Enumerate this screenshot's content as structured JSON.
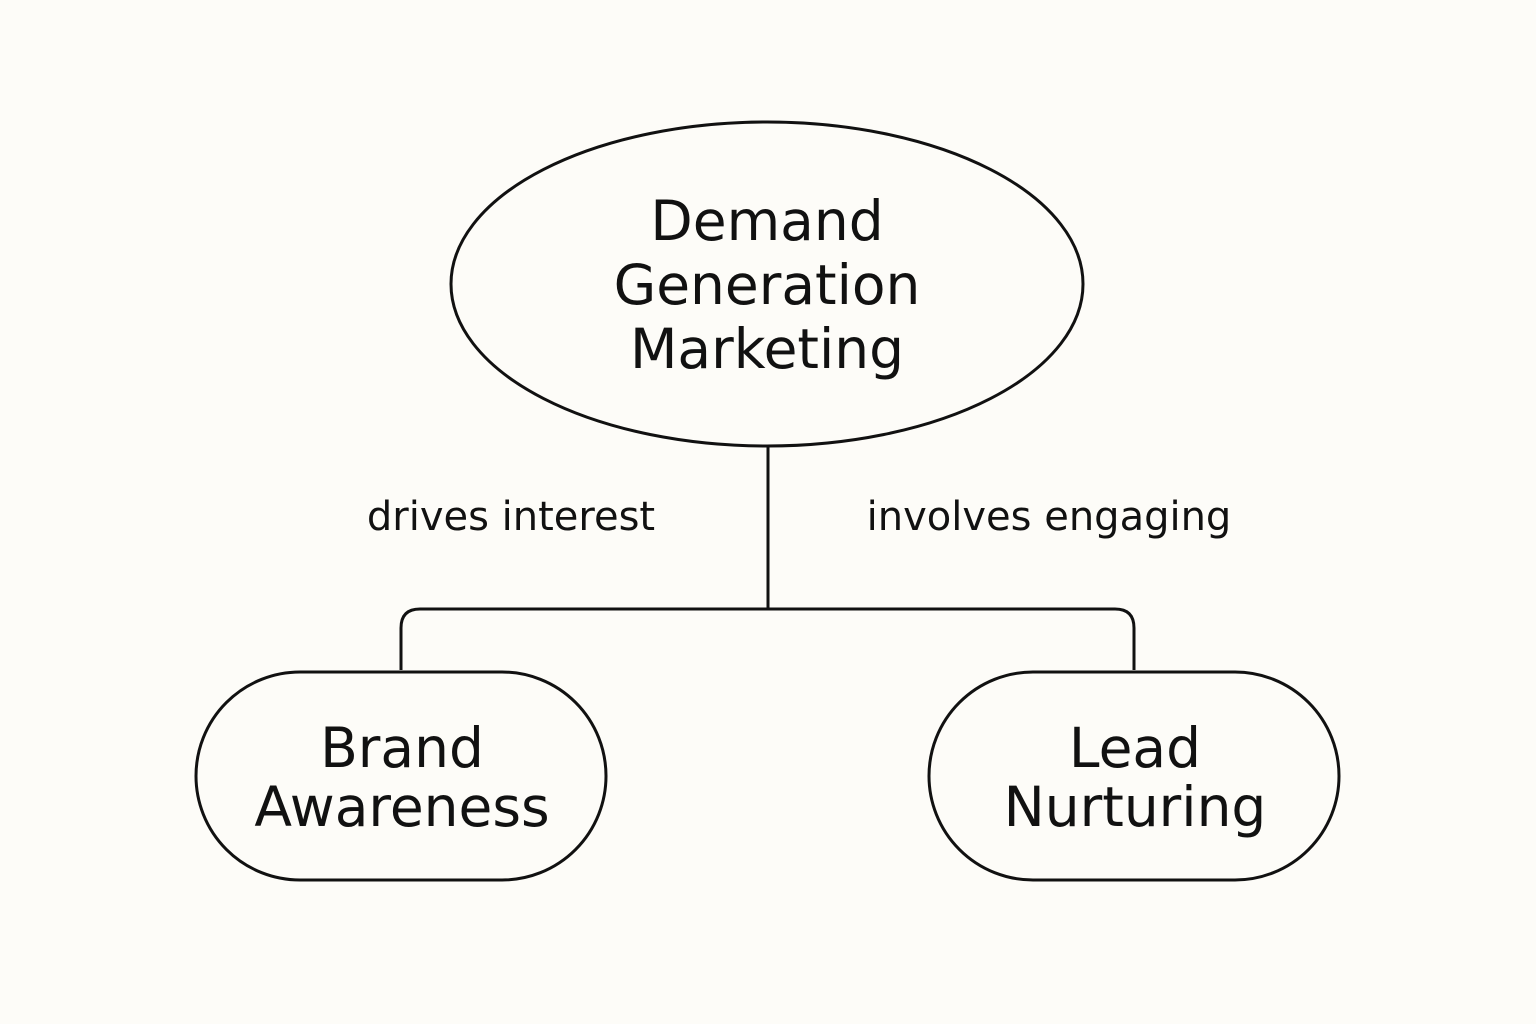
{
  "root": {
    "lines": [
      "Demand",
      "Generation",
      "Marketing"
    ]
  },
  "edges": {
    "left_label": "drives interest",
    "right_label": "involves engaging"
  },
  "children": [
    {
      "lines": [
        "Brand",
        "Awareness"
      ]
    },
    {
      "lines": [
        "Lead",
        "Nurturing"
      ]
    }
  ],
  "colors": {
    "background": "#fdfcf8",
    "stroke": "#111111",
    "text": "#111111"
  }
}
